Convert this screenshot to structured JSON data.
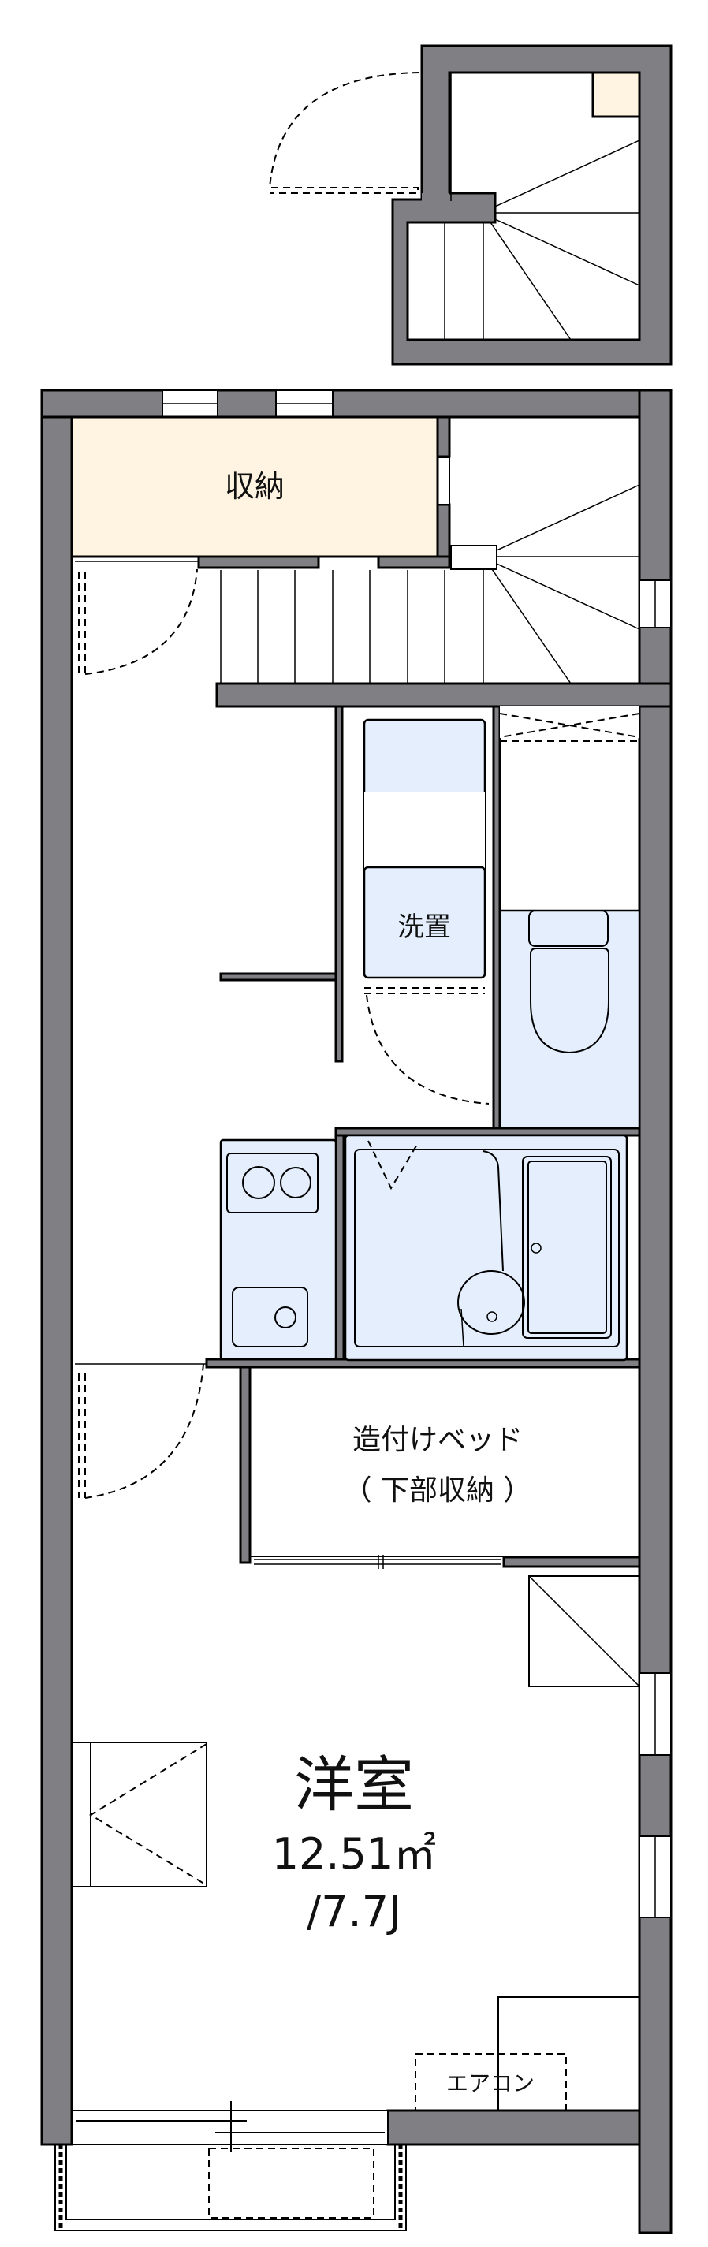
{
  "floorplan": {
    "rooms": {
      "storage": "収納",
      "washer": "洗置",
      "bed_line1": "造付けベッド",
      "bed_line2": "（ 下部収納 ）",
      "western_room": "洋室",
      "area": "12.51㎡",
      "tatami": "/7.7J",
      "aircon": "エアコン"
    },
    "colors": {
      "wall": "#808084",
      "storage_fill": "#fff4e2",
      "wet_area_fill": "#e4eefc"
    }
  }
}
